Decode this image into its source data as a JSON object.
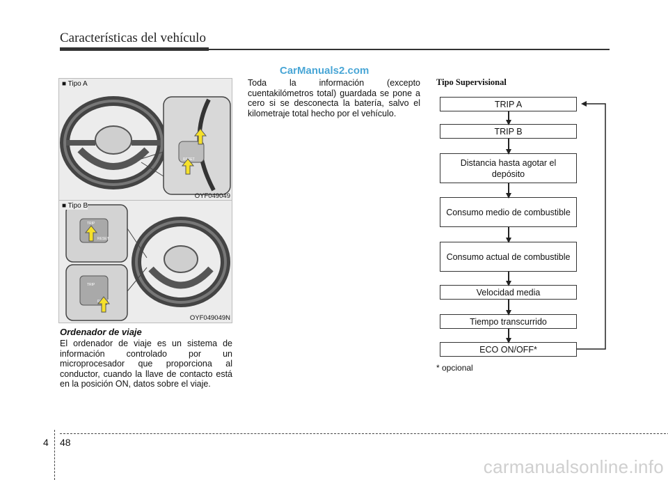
{
  "header": {
    "title": "Características del vehículo"
  },
  "watermark_top": "CarManuals2.com",
  "figure_a": {
    "label": "■ Tipo A",
    "code": "OYF049049",
    "button_text": "RESET"
  },
  "figure_b": {
    "label": "■ Tipo B",
    "code": "OYF049049N",
    "button_trip": "TRIP",
    "button_reset": "RESET"
  },
  "left_section": {
    "title": "Ordenador de viaje",
    "body": "El ordenador de viaje es un sistema de información controlado por un microprocesador que proporciona al conductor, cuando la llave de contacto está en la posición ON, datos sobre el viaje."
  },
  "middle_section": {
    "body": "Toda la información (excepto cuentakilómetros total) guardada se pone a cero si se desconecta la batería, salvo el kilometraje total hecho por el vehículo."
  },
  "flow": {
    "title": "Tipo Supervisional",
    "steps": [
      "TRIP A",
      "TRIP B",
      "Distancia hasta agotar el depósito",
      "Consumo medio de combustible",
      "Consumo actual de combustible",
      "Velocidad media",
      "Tiempo transcurrido",
      "ECO ON/OFF*"
    ],
    "footnote": "* opcional"
  },
  "footer": {
    "chapter": "4",
    "page": "48",
    "watermark": "carmanualsonline.info"
  }
}
